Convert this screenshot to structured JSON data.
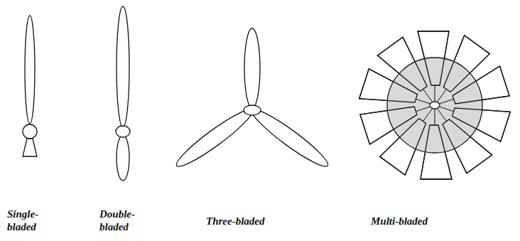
{
  "diagram": {
    "labels": [
      "Single-bladed",
      "Double-bladed",
      "Three-bladed",
      "Multi-bladed"
    ]
  }
}
